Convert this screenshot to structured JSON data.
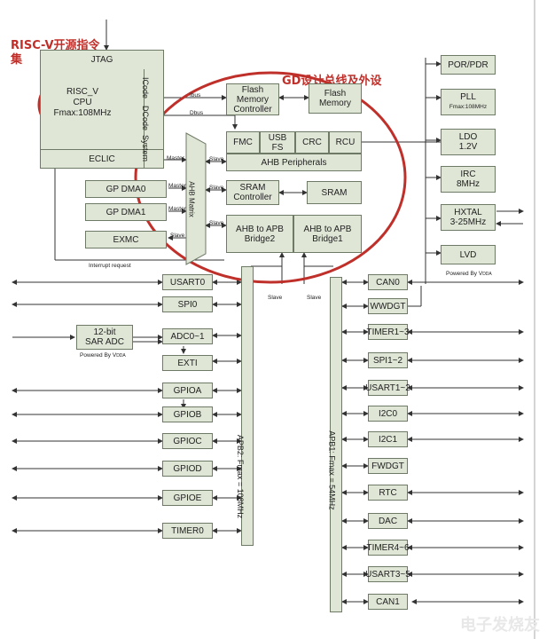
{
  "annotations": {
    "risc_v": "RISC-V开源指令",
    "risc_v2": "集",
    "gd": "GD设计总线及外设"
  },
  "core": {
    "jtag": "JTAG",
    "cpu": [
      "RISC_V",
      "CPU",
      "Fmax:108MHz"
    ],
    "eclic": "ECLIC",
    "icode": "ICode",
    "dcode": "DCode",
    "system": "System"
  },
  "bus": {
    "ibus": "Ibus",
    "dbus": "Dbus",
    "master": "Master",
    "slave": "Slave",
    "interrupt": "Interrupt request",
    "ahb_matrix": "AHB Matrix"
  },
  "blocks": {
    "flash_ctrl": [
      "Flash",
      "Memory",
      "Controller"
    ],
    "flash_mem": [
      "Flash",
      "Memory"
    ],
    "fmc": "FMC",
    "usbfs": [
      "USB",
      "FS"
    ],
    "crc": "CRC",
    "rcu": "RCU",
    "ahb_periph": "AHB Peripherals",
    "sram_ctrl": [
      "SRAM",
      "Controller"
    ],
    "sram": "SRAM",
    "bridge2": [
      "AHB to APB",
      "Bridge2"
    ],
    "bridge1": [
      "AHB to APB",
      "Bridge1"
    ],
    "gpdma0": "GP DMA0",
    "gpdma1": "GP DMA1",
    "exmc": "EXMC"
  },
  "right": {
    "por": "POR/PDR",
    "pll": "PLL",
    "pll_sub": "Fmax:108MHz",
    "ldo": [
      "LDO",
      "1.2V"
    ],
    "irc": [
      "IRC",
      "8MHz"
    ],
    "hxtal": [
      "HXTAL",
      "3-25MHz"
    ],
    "lvd": "LVD",
    "powered": "Powered By V",
    "powered_sub": "DDA"
  },
  "apb2": {
    "label": "APB2: Fmax = 108MHz",
    "items": [
      "USART0",
      "SPI0",
      "ADC0~1",
      "EXTI",
      "GPIOA",
      "GPIOB",
      "GPIOC",
      "GPIOD",
      "GPIOE",
      "TIMER0"
    ]
  },
  "apb1": {
    "label": "APB1: Fmax = 54MHz",
    "items": [
      "CAN0",
      "WWDGT",
      "TIMER1~3",
      "SPI1~2",
      "USART1~2",
      "I2C0",
      "I2C1",
      "FWDGT",
      "RTC",
      "DAC",
      "TIMER4~6",
      "USART3~5",
      "CAN1"
    ]
  },
  "adc": {
    "box": [
      "12-bit",
      "SAR ADC"
    ],
    "powered": "Powered By V",
    "powered_sub": "DDA"
  },
  "watermark": "电子发烧友"
}
